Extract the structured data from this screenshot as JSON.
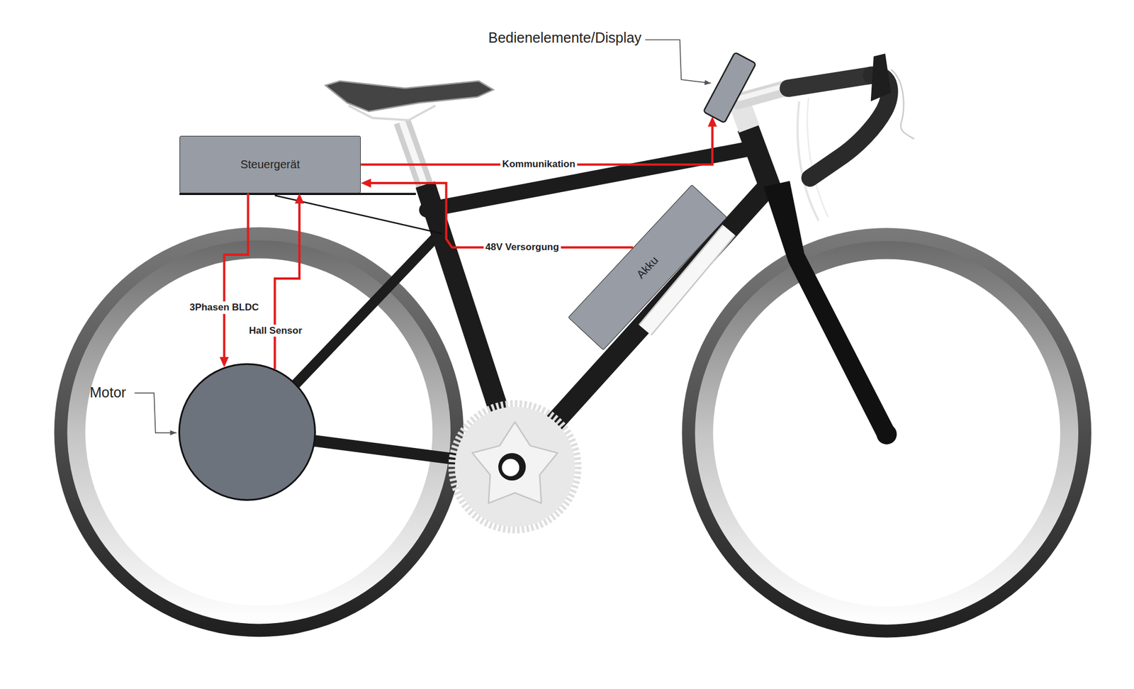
{
  "diagram": {
    "nodes": [
      {
        "text": [
          "Bedienelemente/Display"
        ]
      },
      {
        "text": [
          "Steuergerät"
        ]
      },
      {
        "text": [
          "Akku"
        ]
      },
      {
        "text": [
          "Motor"
        ]
      }
    ],
    "edges": [
      {
        "from": 1,
        "to": 0,
        "arrow": "to",
        "label": "Kommunikation"
      },
      {
        "from": 2,
        "to": 1,
        "arrow": "to",
        "label": "48V Versorgung"
      },
      {
        "from": 1,
        "to": 3,
        "arrow": "to",
        "label": "3Phasen BLDC"
      },
      {
        "from": 3,
        "to": 1,
        "arrow": "to",
        "label": "Hall Sensor"
      }
    ]
  }
}
